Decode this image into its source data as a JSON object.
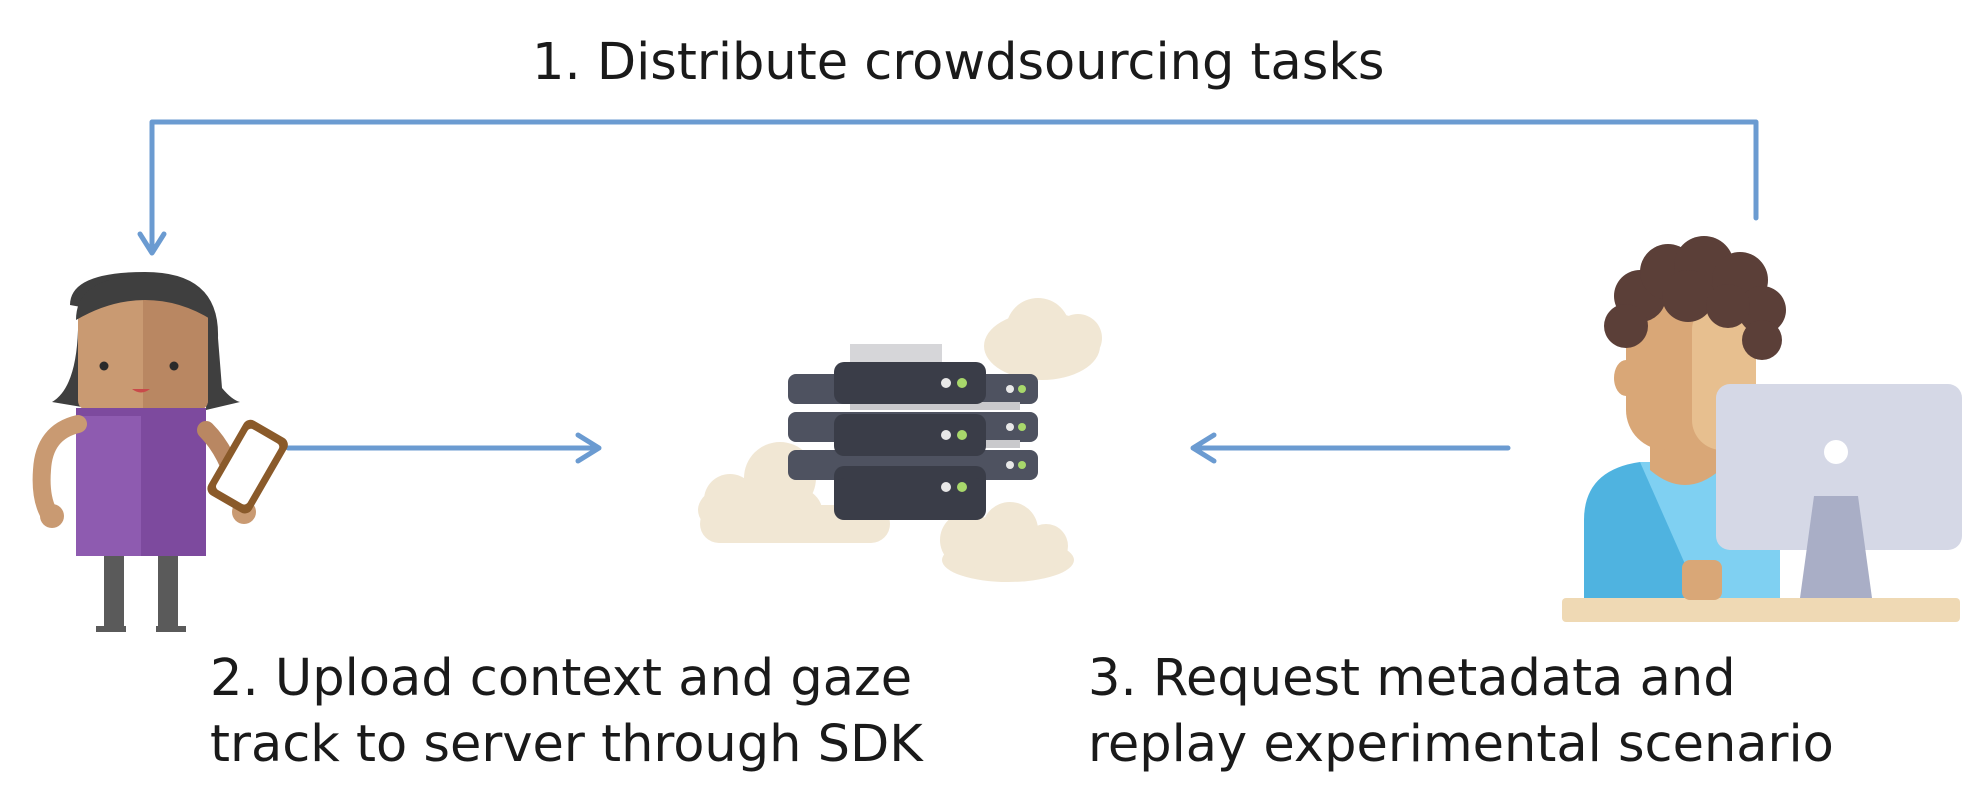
{
  "steps": {
    "step1": {
      "lines": [
        "1. Distribute crowdsourcing tasks"
      ]
    },
    "step2": {
      "lines": [
        "2. Upload context and gaze",
        "track to server through SDK"
      ]
    },
    "step3": {
      "lines": [
        "3. Request metadata and",
        "replay experimental scenario"
      ]
    }
  },
  "colors": {
    "arrow": "#6b9bd1",
    "text": "#1a1a1a",
    "participant_shirt": "#8e5bb0",
    "participant_skin": "#c99a72",
    "server_body": "#3a3d48",
    "cloud": "#f1e7d4",
    "researcher_shirt": "#5bbde8",
    "monitor": "#d5d8e6"
  },
  "icons": [
    "participant-icon",
    "server-icon",
    "cloud-icon",
    "researcher-icon",
    "monitor-icon"
  ]
}
